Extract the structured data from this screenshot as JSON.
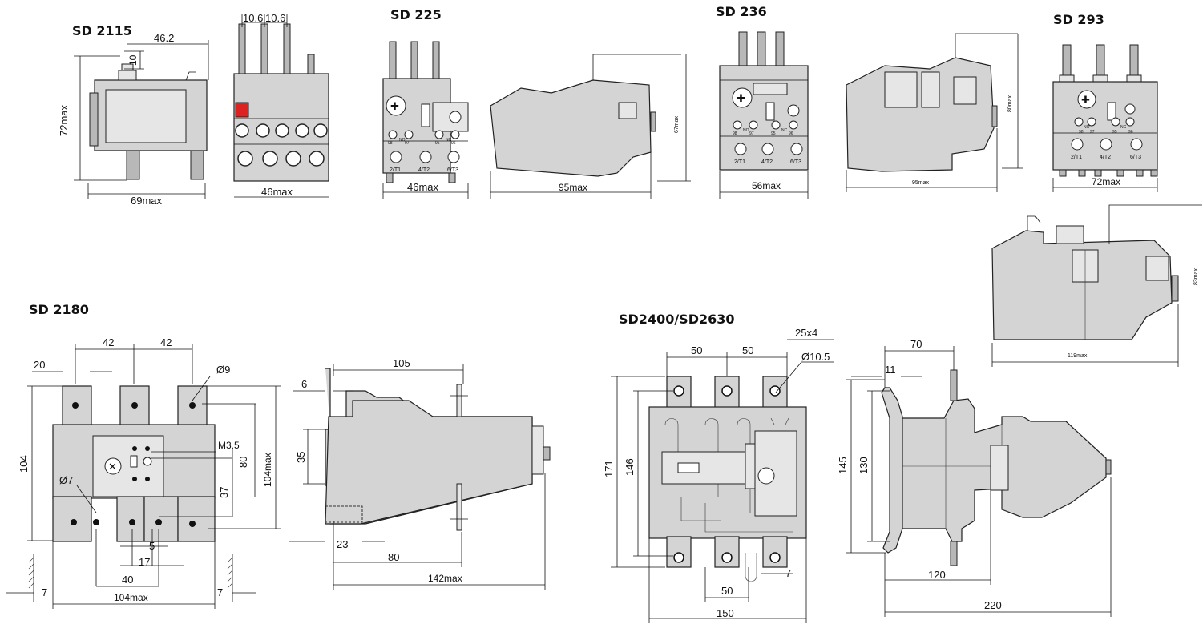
{
  "models": {
    "sd2115": {
      "title": "SD 2115",
      "dims": [
        "46.2",
        "10",
        "72max",
        "69max",
        "10.6",
        "10.6",
        "46max"
      ]
    },
    "sd225": {
      "title": "SD 225",
      "dims": [
        "46max",
        "95max",
        "67max"
      ],
      "terminals": [
        "98",
        "NO",
        "97",
        "95",
        "NC",
        "96",
        "2/T1",
        "4/T2",
        "6/T3"
      ]
    },
    "sd236": {
      "title": "SD 236",
      "dims": [
        "56max",
        "95max",
        "80max"
      ],
      "terminals": [
        "98",
        "NO",
        "97",
        "95",
        "NC",
        "96",
        "2/T1",
        "4/T2",
        "6/T3"
      ]
    },
    "sd293": {
      "title": "SD 293",
      "dims": [
        "72max",
        "119max",
        "83max"
      ],
      "terminals": [
        "98",
        "NO",
        "97",
        "95",
        "NC",
        "96",
        "2/T1",
        "4/T2",
        "6/T3"
      ]
    },
    "sd2180": {
      "title": "SD 2180",
      "front_dims": [
        "42",
        "42",
        "20",
        "Ø9",
        "M3.5",
        "104",
        "80",
        "104max",
        "37",
        "Ø7",
        "5",
        "17",
        "40",
        "7",
        "7",
        "104max"
      ],
      "side_dims": [
        "105",
        "6",
        "35",
        "23",
        "80",
        "142max"
      ]
    },
    "sd2400": {
      "title": "SD2400/SD2630",
      "front_dims": [
        "25x4",
        "50",
        "50",
        "Ø10.5",
        "171",
        "146",
        "7",
        "50",
        "150"
      ],
      "side_dims": [
        "70",
        "11",
        "145",
        "130",
        "120",
        "220"
      ]
    }
  }
}
